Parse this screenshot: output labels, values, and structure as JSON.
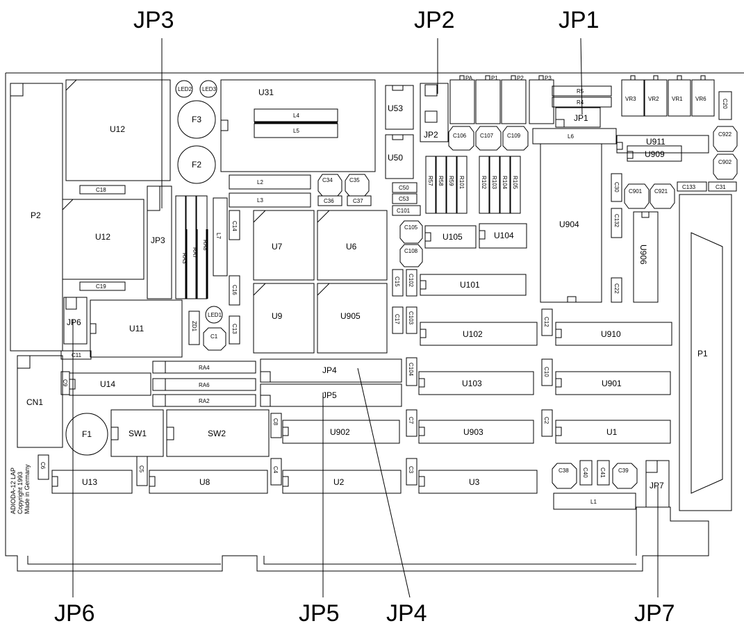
{
  "callouts": {
    "jp3": "JP3",
    "jp2": "JP2",
    "jp1": "JP1",
    "jp6": "JP6",
    "jp5": "JP5",
    "jp4": "JP4",
    "jp7": "JP7"
  },
  "board_caption": [
    "ADIODA-12 LAP",
    "Copyright 1993",
    "Made in Germany"
  ],
  "components": {
    "P2": "P2",
    "U12a": "U12",
    "U12b": "U12",
    "LED2": "LED2",
    "LED3": "LED3",
    "F3": "F3",
    "F2": "F2",
    "U31": "U31",
    "L4": "L4",
    "L5": "L5",
    "U53": "U53",
    "U50": "U50",
    "JP2": "JP2",
    "PA": "PA",
    "P1s": "P1",
    "P2s": "P2",
    "P3": "P3",
    "R5": "R5",
    "R4": "R4",
    "JP1": "JP1",
    "VR3": "VR3",
    "VR2": "VR2",
    "VR1": "VR1",
    "VR6": "VR6",
    "C20": "C20",
    "C18": "C18",
    "C19": "C19",
    "JP3": "JP3",
    "RA3": "RA3",
    "RA7": "RA7",
    "RA8": "RA8",
    "L7": "L7",
    "L2": "L2",
    "L3": "L3",
    "C14": "C14",
    "C16": "C16",
    "C34": "C34",
    "C35": "C35",
    "C36": "C36",
    "C37": "C37",
    "C50": "C50",
    "C53": "C53",
    "C101": "C101",
    "C106": "C106",
    "C107": "C107",
    "C109": "C109",
    "L6": "L6",
    "R57": "R57",
    "R58": "R58",
    "R59": "R59",
    "R101": "R101",
    "R102": "R102",
    "R103": "R103",
    "R104": "R104",
    "R105": "R105",
    "U911": "U911",
    "U909": "U909",
    "C922": "C922",
    "C902": "C902",
    "C30": "C30",
    "C901": "C901",
    "C921": "C921",
    "C133": "C133",
    "C31": "C31",
    "C132": "C132",
    "U904": "U904",
    "U906": "U906",
    "C22": "C22",
    "U7": "U7",
    "U6": "U6",
    "C105": "C105",
    "C108": "C108",
    "U105": "U105",
    "U104": "U104",
    "C15": "C15",
    "C102": "C102",
    "U101": "U101",
    "JP6": "JP6",
    "U11": "U11",
    "LED1": "LED1",
    "ZD1": "ZD1",
    "C1": "C1",
    "C13": "C13",
    "U9": "U9",
    "U905": "U905",
    "C17": "C17",
    "C103": "C103",
    "U102": "U102",
    "C12": "C12",
    "U910": "U910",
    "C11": "C11",
    "P1": "P1",
    "RA4": "RA4",
    "RA6": "RA6",
    "RA2": "RA2",
    "JP4": "JP4",
    "JP5": "JP5",
    "C104": "C104",
    "U103": "U103",
    "C10": "C10",
    "U901": "U901",
    "C9": "C9",
    "U14": "U14",
    "CN1": "CN1",
    "F1": "F1",
    "SW1": "SW1",
    "SW2": "SW2",
    "C8": "C8",
    "U902": "U902",
    "C7": "C7",
    "U903": "U903",
    "C2": "C2",
    "U1": "U1",
    "C38": "C38",
    "C40": "C40",
    "C41": "C41",
    "C39": "C39",
    "JP7": "JP7",
    "C6": "C6",
    "U13": "U13",
    "C5": "C5",
    "U8": "U8",
    "C4": "C4",
    "U2": "U2",
    "C3": "C3",
    "U3": "U3",
    "L1": "L1"
  }
}
